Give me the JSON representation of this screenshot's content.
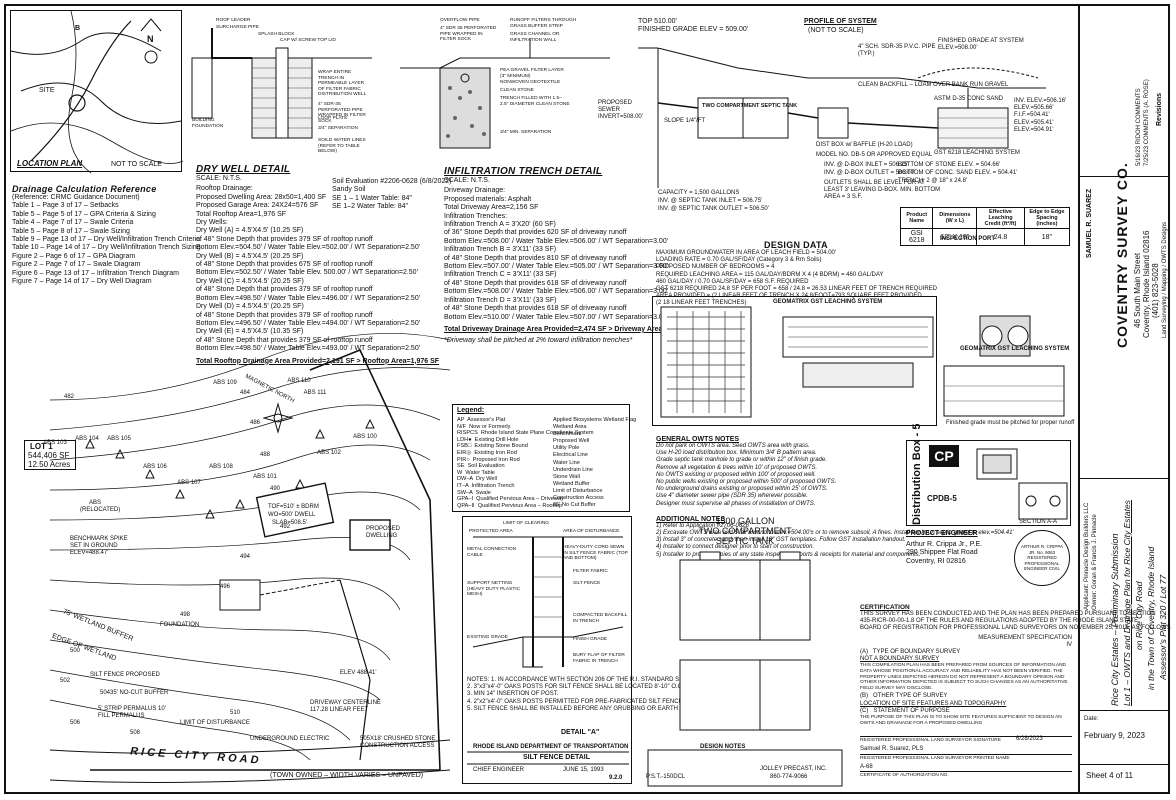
{
  "location_plan": {
    "title": "LOCATION PLAN",
    "scale": "NOT TO SCALE",
    "north_label": "N",
    "site_label": "SITE",
    "letter": "B"
  },
  "drainage_reference": {
    "title": "Drainage Calculation Reference",
    "lines": [
      "(Reference: CRMC Guidance Document)",
      "Table 1 – Page 3 of 17 – Setbacks",
      "Table 5 – Page 5 of 17 – GPA Criteria & Sizing",
      "Table 4 – Page 7 of 17 – Swale Criteria",
      "Table 5 – Page 8 of 17 – Swale Sizing",
      "Table 9 – Page 13 of 17 – Dry Well/Infiltration Trench Criteria",
      "Table 10 – Page 14 of 17 – Dry Well/Infiltration Trench Sizing",
      "Figure 2 – Page 6 of 17 – GPA Diagram",
      "Figure 2 – Page 7 of 17 – Swale Diagram",
      "Figure 6 – Page 13 of 17 – Infiltration Trench Diagram",
      "Figure 7 – Page 14 of 17 – Dry Well Diagram"
    ]
  },
  "dry_well_detail": {
    "title": "DRY WELL DETAIL",
    "scale": "SCALE: N.T.S.",
    "lines": [
      "Rooftop Drainage:",
      "Proposed Dwelling Area: 28x50=1,400 SF",
      "Proposed Garage Area: 24X24=576 SF",
      "Total Rooftop Area=1,976 SF",
      "Dry Wells:",
      "Dry Well (A) = 4.5'X4.5' (10.25 SF)",
      "of 48\" Stone Depth that provides 379 SF of rooftop runoff",
      "Bottom Elev.=504.50' / Water Table Elev.=502.00' / WT Separation=2.50'",
      "Dry Well (B) = 4.5'X4.5' (20.25 SF)",
      "of 48\" Stone Depth that provides 675 SF of rooftop runoff",
      "Bottom Elev.=502.50' / Water Table Elev. 500.00' / WT Separation=2.50'",
      "Dry Well (C) = 4.5'X4.5' (20.25 SF)",
      "of 48\" Stone Depth that provides 379 SF of rooftop runoff",
      "Bottom Elev.=498.50' / Water Table Elev.=496.00' / WT Separation=2.50'",
      "Dry Well (D) = 4.5'X4.5' (20.25 SF)",
      "of 48\" Stone Depth that provides 379 SF of rooftop runoff",
      "Bottom Elev.=496.50' / Water Table Elev.=494.00' / WT Separation=2.50'",
      "Dry Well (E) = 4.5'X4.5' (10.35 SF)",
      "of 48\" Stone Depth that provides 379 SF of rooftop runoff",
      "Bottom Elev.=498.50' / Water Table Elev.=493.00' / WT Separation=2.50'"
    ],
    "total": "Total Rooftop Drainage Area Provided=2,191 SF > Rooftop Area=1,976 SF",
    "soil_eval": [
      "Soil Evaluation #2206-0628 (6/8/2022)",
      "Sandy Soil",
      "SE 1 – 1 Water Table: 84\"",
      "SE 1–2 Water Table: 84\""
    ],
    "callouts": [
      "ROOF LEADER",
      "SURCHARGE PIPE",
      "SPLASH BLOCK",
      "CAP W/ SCREW TOP LID",
      "BUILDING FOUNDATION",
      "WRAP ENTIRE TRENCH IN PERMEABLE LAYER OF FILTER FABRIC",
      "DISTRIBUTION WELL",
      "4\" SDR-35 PERFORATED PIPE WRAPPED IN FILTER SOCK",
      "LOOP PLATE",
      "3/4\" SEPARATION",
      "SOILD WATER LINES (REFER TO TABLE BELOW)"
    ]
  },
  "infiltration_trench_detail": {
    "title": "INFILTRATION TRENCH DETAIL",
    "scale": "SCALE: N.T.S.",
    "lines": [
      "Driveway Drainage:",
      "Proposed materials: Asphalt",
      "Total Driveway Area=2,156 SF",
      "Infiltration Trenches:",
      "Infiltration Trench A = 3'X20' (60 SF)",
      "of 36\" Stone Depth that provides 620 SF of driveway runoff",
      "Bottom Elev.=508.00' / Water Table Elev.=506.00' / WT Separation=3.00'",
      "Infiltration Trench B = 3'X11' (33 SF)",
      "of 48\" Stone Depth that provides 810 SF of driveway runoff",
      "Bottom Elev.=507.00' / Water Table Elev.=505.00' / WT Separation=3.00'",
      "Infiltration Trench C = 3'X11' (33 SF)",
      "of 48\" Stone Depth that provides 618 SF of driveway runoff",
      "Bottom Elev.=508.00' / Water Table Elev.=506.00' / WT Separation=3.00'",
      "Infiltration Trench D = 3'X11' (33 SF)",
      "of 48\" Stone Depth that provides 618 SF of driveway runoff",
      "Bottom Elev.=510.00' / Water Table Elev.=507.00' / WT Separation=3.00'"
    ],
    "total": "Total Driveway Drainage Area Provided=2,474 SF > Driveway Area=2,156 SF",
    "note": "*Driveway shall be pitched at 2% toward infiltration trenches*",
    "callouts": [
      "OVERFLOW PIPE",
      "4\" SDR 35 PERFORATED PIPE WRAPPED IN FILTER SOCK",
      "RUNOFF FILTERS THROUGH GRASS BUFFER STRIP",
      "GRASS CHANNEL OR INFILTRATION WALL",
      "PEA GRAVEL FILTER LAYER (3\" MINIMUM)",
      "NONWOVEN GEOTEXTILE",
      "CLEAN STONE",
      "TRENCH FILLED WITH 1.5–2.5\" DIAMETER CLEAN STONE",
      "3/4\" MIN. SEPARATION"
    ]
  },
  "profile": {
    "title": "PROFILE OF SYSTEM",
    "scale": "(NOT TO SCALE)",
    "top_elev": "TOP 510.00'",
    "finished_grade": "FINISHED GRADE ELEV = 509.00'",
    "tank_label": "TWO COMPARTMENT SEPTIC TANK",
    "dbox_label": "DIST BOX w/ BAFFLE (H-20 LOAD)",
    "model": "MODEL NO. DB-5 OR APPROVED EQUAL",
    "capacity": "CAPACITY = 1,500 GALLONS",
    "tank_inlet": "INV. @ SEPTIC TANK INLET = 506.75'",
    "tank_outlet": "INV. @ SEPTIC TANK OUTLET = 506.50'",
    "dbox_inv": [
      "INV. @ D-BOX INLET = 506.25'",
      "INV. @ D-BOX OUTLET = 506.00'"
    ],
    "leaching": "ASTM D-35 CONC SAND",
    "bottom_stone": "BOTTOM OF STONE ELEV. = 504.66'",
    "bottom_sand": "BOTTOM OF CONC. SAND ELEV. = 504.41'",
    "trench": "TRENCH: 2 @ 18\" x 24.8'",
    "elevs": [
      "INV. ELEV.=506.16'",
      "ELEV.=505.66'",
      "F.I.F.=504.41'",
      "ELEV.=505.41'",
      "ELEV.=504.91'"
    ],
    "finished_grade_right": "FINISHED GRADE AT SYSTEM ELEV.=508.00'",
    "clean_backfill": "CLEAN BACKFILL – LOAM OVER BANK RUN GRAVEL",
    "gst": "GST 6218 LEACHING SYSTEM",
    "proposed_sewer": "PROPOSED SEWER INVERT=508.00'",
    "slope": "SLOPE 1/4\"/FT",
    "pipe_a": "4\" SCH. SDR-35 P.V.C. PIPE (TYP.)",
    "outlet_note": "OUTLETS SHALL BE LEVEL FOR AT LEAST 3' LEAVING D-BOX. MIN. BOTTOM AREA = 3 S.F."
  },
  "product_table": {
    "headers": [
      "Product Name",
      "Dimensions (W x L)",
      "Effective Leaching Credit (ft²/ft)",
      "Edge to Edge Spacing (inches)"
    ],
    "rows": [
      [
        "GSI 6218",
        "62\" X 18\"",
        "24.8",
        "18\""
      ]
    ]
  },
  "design_data": {
    "title": "DESIGN DATA",
    "lines": [
      "MAXIMUM GROUNDWATER IN AREA OF LEACH FIELD = 504.00'",
      "LOADING RATE = 0.70 GAL/SF/DAY (Category 3 & Rm Soils)",
      "PROPOSED NUMBER OF BEDROOMS = 4",
      "REQUIRED LEACHING AREA = 115 GAL/DAY/BDRM X 4 (4 BDRM) = 460 GAL/DAY",
      "460 GAL/DAY / 0.70 GAL/SF/DAY = 658 S.F. REQUIRED",
      "GST 6218 REQUIRED 24.8 SF PER FOOT = 658 / 24.8 = 26.53 LINEAR FEET OF TRENCH REQUIRED",
      "AREA PROVIDED = (2 LINEAR FEET OF TRENCH X 24.8/FOOT=793 SQUARE FEET PROVIDED",
      "(2 18 LINEAR FEET TRENCHES)"
    ]
  },
  "inspection_port": {
    "title": "INSPECTION PORT",
    "label_a": "GEOMATRIX GST LEACHING SYSTEM",
    "label_b": "GEOMATRIX GST LEACHING SYSTEM",
    "note": "Finished grade must be pitched for proper runoff"
  },
  "legend": {
    "title": "Legend:",
    "left": [
      [
        "AP",
        "Assessor's Plat"
      ],
      [
        "N/F",
        "Now or Formerly"
      ],
      [
        "RISPCS",
        "Rhode Island State Plane Coordinate System"
      ],
      [
        "LDH●",
        "Existing Drill Hole"
      ],
      [
        "FSB□",
        "Existing Stone Bound"
      ],
      [
        "EIR◎",
        "Existing Iron Rod"
      ],
      [
        "PIR○",
        "Proposed Iron Rod"
      ],
      [
        "SE",
        "Soil Evaluation"
      ],
      [
        "W",
        "Water Table"
      ],
      [
        "DW–A",
        "Dry Well"
      ],
      [
        "IT–A",
        "Infiltration Trench"
      ],
      [
        "SW–A",
        "Swale"
      ],
      [
        "GPA–I",
        "Qualified Pervious Area – Driveway"
      ],
      [
        "QPA–II",
        "Qualified Pervious Area – Rooftop"
      ]
    ],
    "right": [
      "Applied Biosystems Wetland Flag",
      "Wetland Area",
      "Benchmark",
      "Proposed Well",
      "Utility Pole",
      "Electrical Line",
      "Water Line",
      "Underdrain Line",
      "Stone Wall",
      "Wetland Buffer",
      "Limit of Disturbance",
      "Construction Access",
      "35' No Cut Buffer"
    ]
  },
  "site_plan": {
    "lot_title": "LOT 1",
    "lot_area": "544,406 SF",
    "lot_acres": "12.50 Acres",
    "road": "RICE CITY ROAD",
    "town_owned": "(TOWN OWNED – WIDTH VARIES – UNPAVED)",
    "wetland": "75' WETLAND BUFFER",
    "wetland_edge": "EDGE OF WETLAND",
    "benchmark": "BENCHMARK SPIKE SET IN GROUND ELEV=488.47'",
    "dwelling": "PROPOSED DWELLING",
    "tof": "TOF=510' ± BDRM",
    "wo": "WO=500' DWELL",
    "slab": "SLAB=508.5'",
    "foundation": "FOUNDATION",
    "arrow_text": "ELEV 488.41'",
    "drive": "DRIVEWAY CENTERLINE 117.28 LINEAR FEET",
    "buffer": "35' NO-CUT BUFFER",
    "lod": "LIMIT OF DISTURBANCE",
    "silt": "SILT FENCE PROPOSED",
    "underground": "UNDERGROUND ELECTRIC",
    "stone": "505X18' CRUSHED STONE CONSTRUCTION ACCESS",
    "pin": "5' STRIP PERMALUS 10' FILL PERMALUS",
    "abs_flags": [
      "ABS 109",
      "ABS 110",
      "ABS 111",
      "ABS 103",
      "ABS 104",
      "ABS 105",
      "ABS 106",
      "ABS 107",
      "ABS 108",
      "ABS 101",
      "ABS 102",
      "ABS 100",
      "ABS (RELOCATED)"
    ],
    "contours": [
      "482",
      "484",
      "486",
      "488",
      "490",
      "492",
      "494",
      "496",
      "498",
      "500",
      "502",
      "504",
      "506",
      "508",
      "510"
    ],
    "mag_north": "MAGNETIC NORTH"
  },
  "silt_fence": {
    "title": "SILT FENCE DETAIL",
    "dept": "RHODE ISLAND DEPARTMENT OF TRANSPORTATION",
    "detail": "DETAIL \"A\"",
    "number": "9.2.0",
    "labels": [
      "LIMIT OF CLEARING",
      "PROTECTED AREA",
      "AREA OF DISTURBANCE",
      "HEAVY-DUTY CORD SEWN IN SILT FENCE FABRIC (TOP AND BOTTOM)",
      "FILTER FABRIC",
      "SILT FENCE",
      "COMPACTED BACKFILL IN TRENCH",
      "FINISH GRADE",
      "EXISTING GRADE",
      "BURY FLAP OF FILTER FABRIC IN TRENCH",
      "METAL CONNECTION CABLE",
      "SUPPORT NETTING (HEAVY DUTY PLASTIC MESH)"
    ],
    "notes": [
      "NOTES: 1. IN ACCORDANCE WITH SECTION 206 OF THE R.I. STANDARD SPECIFICATIONS.",
      "2. 3\"x3\"x4'-0\" OAKS POSTS FOR SILT FENCE SHALL BE LOCATED 8'-10\" O.C.",
      "3. MIN 14\" INSERTION OF POST.",
      "4. 2\"x2\"x4'-0\" OAKS POSTS PERMITTED FOR PRE-FABRICATED SILT FENCE.",
      "5. SILT FENCE SHALL BE INSTALLED BEFORE ANY GRUBBING OR EARTH EXCAVATION TAKES PLACE."
    ],
    "sig_label": "CHIEF ENGINEER",
    "date": "JUNE 15, 1993"
  },
  "septic_tank": {
    "title": "1500 GALLON",
    "title2": "TWO COMPARTMENT",
    "title3": "SEPTIC TANK",
    "design_notes": "DESIGN NOTES",
    "maker": "JOLLEY PRECAST, INC.",
    "phone": "860-774-9066",
    "plan_label": "P.S.T.-150DCL"
  },
  "general_notes": {
    "title": "GENERAL OWTS NOTES",
    "lines": [
      "Do not park on OWTS area. Seed OWTS area with grass.",
      "Use H-20 load distribution box. Minimum 3/4' B pattern area.",
      "Grade septic tank manhole to grade or within 12\" of finish grade.",
      "Remove all vegetation & trees within 10' of proposed OWTS.",
      "No OWTS existing or proposed within 100' of proposed well.",
      "No public wells existing or proposed within 500' of proposed OWTS.",
      "No underground drains existing or proposed within 25' of OWTS.",
      "Use 4\" diameter sewer pipe (SDR 35) wherever possible.",
      "Designer must supervise all phases of installation of OWTS."
    ]
  },
  "additional_notes": {
    "title": "ADDITIONAL NOTES",
    "lines": [
      "1) Refer to Application #2706-0628",
      "2) Excavate OWTS area and 5' all around to elev.=504.00'± or to remove subsoil, A fines. Install bank run septic gravel to elev.=504.41'",
      "3) Install 3\" of concrete sand, then install 18\" GST templates. Follow GST installation handout.",
      "4) Installer to connect designer prior to start of construction.",
      "5) Installer to provide copies of any state inspection reports & receipts for material and components."
    ]
  },
  "distribution_box": {
    "title": "Distribution Box - 5",
    "maker": "CPDB-5",
    "brand": "CP",
    "section": "SECTION A-A"
  },
  "project_engineer": {
    "title": "PROJECT ENGINEER",
    "name": "Arthur R. Crippa Jr., P.E.",
    "addr1": "290 Shippee Flat Road",
    "addr2": "Coventry, RI 02816",
    "seal": "ARTHUR R. CRIPPA JR. No. 9063 REGISTERED PROFESSIONAL ENGINEER CIVIL"
  },
  "certification": {
    "title": "CERTIFICATION",
    "text": [
      "THIS SURVEY HAS BEEN CONDUCTED AND THE PLAN HAS BEEN PREPARED PURSUANT TO SECTION",
      "435-RICR-00-00-1.8 OF THE RULES AND REGULATIONS ADOPTED BY THE RHODE ISLAND STATE",
      "BOARD OF REGISTRATION FOR PROFESSIONAL LAND SURVEYORS ON NOVEMBER 25, 2015, AS FOLLOWS"
    ],
    "measurement": "MEASUREMENT SPECIFICATION",
    "iv": "IV",
    "item_a": "(A)   TYPE OF BOUNDARY SURVEY",
    "not_boundary": "NOT A BOUNDARY SURVEY",
    "compilation": "THIS COMPILATION PLAN HAS BEEN PREPARED FROM SOURCES OF INFORMATION AND DATA WHOSE POSITIONAL ACCURACY AND RELIABILITY HAS NOT BEEN VERIFIED. THE PROPERTY LINES DEPICTED HEREON DO NOT REPRESENT A BOUNDARY OPINION AND OTHER INFORMATION DEPICTED IS SUBJECT TO SUCH CHANGES AS AN AUTHORITATIVE FIELD SURVEY MAY DISCLOSE.",
    "item_b": "(B)   OTHER TYPE OF SURVEY",
    "location": "LOCATION OF SITE FEATURES AND TOPOGRAPHY",
    "item_c": "(C)   STATEMENT OF PURPOSE",
    "purpose": "THE PURPOSE OF THIS PLAN IS TO SHOW SITE FEATURES SUFFICIENT TO DESIGN AN OWTS AND DRAINAGE FOR A PROPOSED DWELLING",
    "sig_label": "REGISTERED PROFESSIONAL LAND SURVEYOR SIGNATURE",
    "sig_date": "6/28/2023",
    "surveyor_name": "Samuel R. Suarez, PLS",
    "name_label": "REGISTERED PROFESSIONAL LAND SURVEYOR PRINTED NAME",
    "auth": "A-68",
    "auth_label": "CERTIFICATE OF AUTHORIZATION NO."
  },
  "title_block": {
    "main": "Rice City Estates – Preliminary Submission",
    "line2": "Lot 1 – OWTS and Drainage Plan for Rice City Estates",
    "line3": "on Rice City Road",
    "line4": "in the Town of Coventry, Rhode Island",
    "line5": "Assessor's Plat 320 / Lot 77",
    "date_label": "Date:",
    "date": "February 9, 2023",
    "sheet": "Sheet 4 of 11",
    "revisions": "Revisions",
    "rev1": "5/16/23  RIDOH COMMENTS",
    "rev2": "7/25/23  COMMENTS (A. ROSE)",
    "company": "COVENTRY SURVEY CO.",
    "company_addr": "46 South Main Street",
    "company_city": "Coventry, Rhode Island 02816",
    "company_phone": "(401) 823-5028",
    "company_services": "Land Surveying / Mapping / OWTS Designs",
    "surveyor": "SAMUEL R. SUAREZ",
    "applicant": "Applicant: Pinnacle Design Builders LLC",
    "owner": "Owner: Goran & Francis J. Pinnacle",
    "brand_cp": "CP"
  }
}
